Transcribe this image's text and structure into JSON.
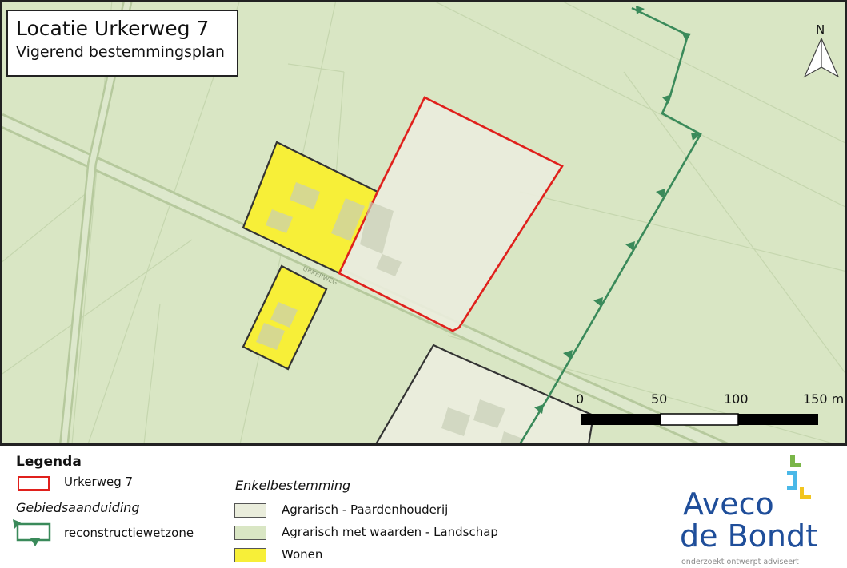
{
  "title": {
    "line1": "Locatie Urkerweg 7",
    "line2": "Vigerend bestemmingsplan"
  },
  "north_label": "N",
  "road_label": "URKERWEG",
  "scale_bar": {
    "labels": [
      "0",
      "50",
      "100",
      "150 m"
    ],
    "unit": "m"
  },
  "legend": {
    "title": "Legenda",
    "plan_area": {
      "label": "Urkerweg 7",
      "color": "#e0201c"
    },
    "gebiedsaanduiding_heading": "Gebiedsaanduiding",
    "zone": {
      "label": "reconstructiewetzone",
      "color": "#3a8a5a"
    },
    "enkelbestemming_heading": "Enkelbestemming",
    "classes": [
      {
        "label": "Agrarisch - Paardenhouderij",
        "color": "#eaeddc"
      },
      {
        "label": "Agrarisch met waarden - Landschap",
        "color": "#d9e6c4"
      },
      {
        "label": "Wonen",
        "color": "#f7ef38"
      }
    ]
  },
  "logo": {
    "line1": "Aveco",
    "line2": "de Bondt",
    "tagline": "onderzoekt  ontwerpt  adviseert"
  }
}
